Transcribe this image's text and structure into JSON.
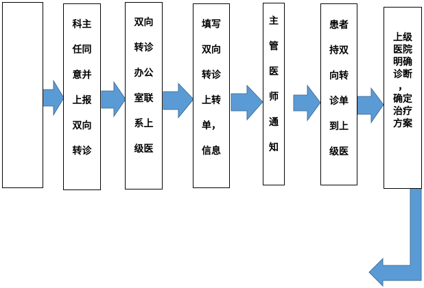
{
  "steps": [
    {
      "label": ""
    },
    {
      "label": "科主\n任同\n意并\n上报\n双向\n转诊"
    },
    {
      "label": "双向\n转诊\n办公\n室联\n系上\n级医"
    },
    {
      "label": "填写\n双向\n转诊\n上转\n单，\n信息"
    },
    {
      "label": "主\n管\n医\n师\n通\n知"
    },
    {
      "label": "患者\n持双\n向转\n诊单\n到上\n级医"
    },
    {
      "label": "上级\n医院\n明确\n诊断\n，\n确定\n治疗\n方案"
    }
  ],
  "colors": {
    "arrow_fill": "#5b9bd5",
    "arrow_stroke": "#41719c"
  }
}
